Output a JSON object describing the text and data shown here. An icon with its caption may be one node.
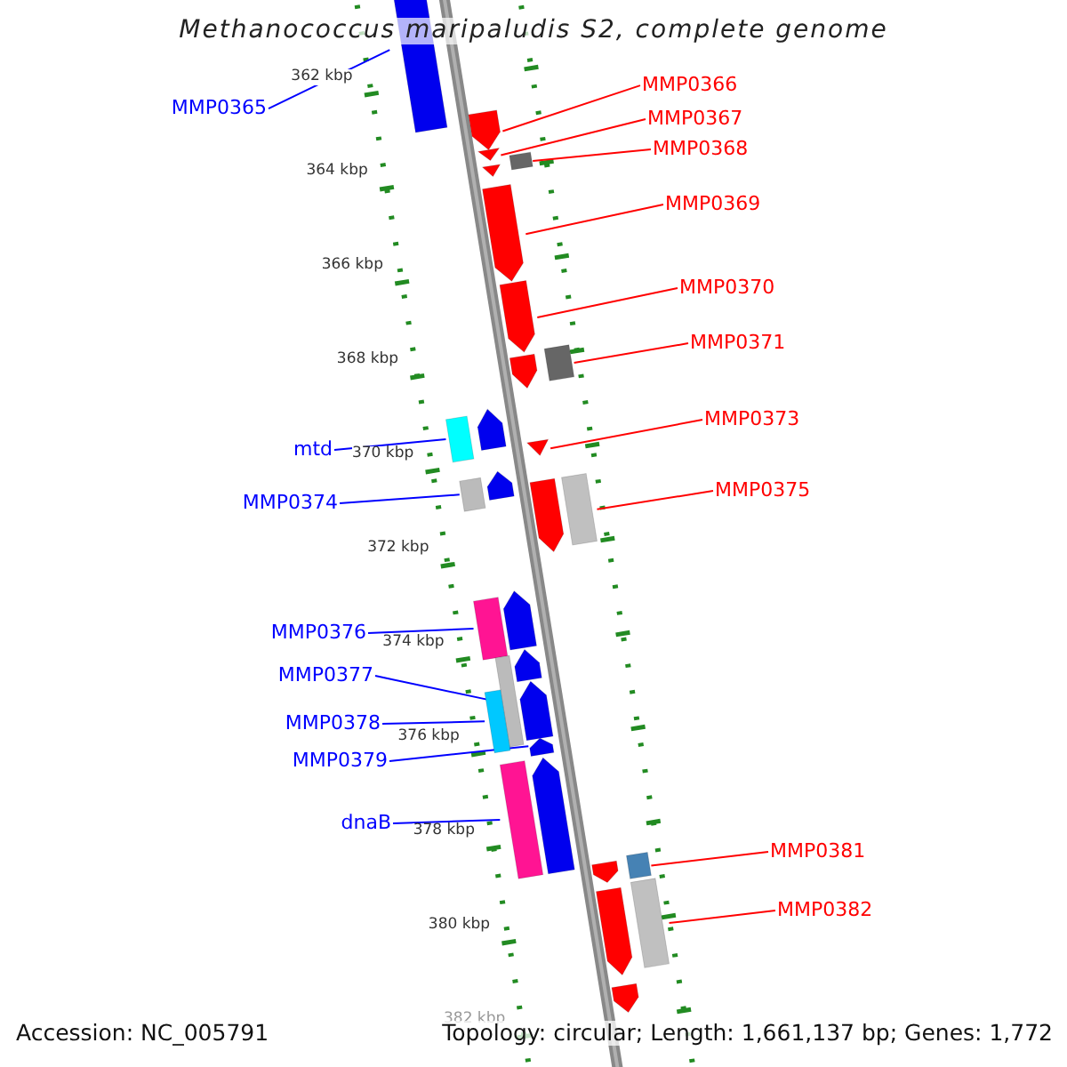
{
  "diagram": {
    "title": "Methanococcus maripaludis S2, complete genome",
    "nodes": [
      {
        "text": [
          "MMP0365"
        ]
      },
      {
        "text": [],
        "shape": "arrow"
      },
      {
        "text": [
          "MMP0366"
        ]
      },
      {
        "text": [],
        "shape": "arrow"
      },
      {
        "text": [
          "MMP0367"
        ]
      },
      {
        "text": [],
        "shape": "triangle"
      },
      {
        "text": [
          "MMP0368"
        ]
      },
      {
        "text": [],
        "shape": "box"
      },
      {
        "text": [
          "MMP0369"
        ]
      },
      {
        "text": [],
        "shape": "arrow"
      },
      {
        "text": [
          "MMP0370"
        ]
      },
      {
        "text": [],
        "shape": "arrow"
      },
      {
        "text": [
          "MMP0371"
        ]
      },
      {
        "text": [],
        "shape": "box"
      },
      {
        "text": [
          "MMP0373"
        ]
      },
      {
        "text": [],
        "shape": "triangle"
      },
      {
        "text": [
          "mtd"
        ]
      },
      {
        "text": [],
        "shape": "box"
      },
      {
        "text": [
          "MMP0374"
        ]
      },
      {
        "text": [],
        "shape": "box"
      },
      {
        "text": [
          "MMP0375"
        ]
      },
      {
        "text": [],
        "shape": "box"
      },
      {
        "text": [
          "MMP0376"
        ]
      },
      {
        "text": [],
        "shape": "box"
      },
      {
        "text": [
          "MMP0377"
        ]
      },
      {
        "text": [],
        "shape": "box"
      },
      {
        "text": [
          "MMP0378"
        ]
      },
      {
        "text": [],
        "shape": "box"
      },
      {
        "text": [
          "MMP0379"
        ]
      },
      {
        "text": [],
        "shape": "arrow"
      },
      {
        "text": [
          "dnaB"
        ]
      },
      {
        "text": [],
        "shape": "box"
      },
      {
        "text": [
          "MMP0381"
        ]
      },
      {
        "text": [],
        "shape": "box"
      },
      {
        "text": [
          "MMP0382"
        ]
      },
      {
        "text": [],
        "shape": "box"
      },
      {
        "text": [],
        "shape": "triangle"
      },
      {
        "text": [],
        "shape": "arrow"
      },
      {
        "text": [],
        "shape": "arrow"
      },
      {
        "text": [],
        "shape": "arrow"
      },
      {
        "text": [],
        "shape": "arrow"
      },
      {
        "text": [],
        "shape": "arrow"
      },
      {
        "text": [],
        "shape": "arrow"
      },
      {
        "text": [],
        "shape": "arrow"
      },
      {
        "text": [],
        "shape": "arrow"
      },
      {
        "text": [],
        "shape": "arrow"
      },
      {
        "text": [],
        "shape": "arrow"
      },
      {
        "text": [],
        "shape": "arrow"
      }
    ],
    "edges": [
      {
        "from": 0,
        "to": 1,
        "arrow": "none",
        "color": "#0000ff"
      },
      {
        "from": 2,
        "to": 3,
        "arrow": "none"
      },
      {
        "from": 4,
        "to": 5,
        "arrow": "none"
      },
      {
        "from": 6,
        "to": 7,
        "arrow": "none"
      },
      {
        "from": 8,
        "to": 9,
        "arrow": "none"
      },
      {
        "from": 10,
        "to": 11,
        "arrow": "none"
      },
      {
        "from": 12,
        "to": 13,
        "arrow": "none"
      },
      {
        "from": 14,
        "to": 15,
        "arrow": "none"
      },
      {
        "from": 16,
        "to": 17,
        "arrow": "none",
        "color": "#0000ff"
      },
      {
        "from": 18,
        "to": 19,
        "arrow": "none",
        "color": "#0000ff"
      },
      {
        "from": 20,
        "to": 21,
        "arrow": "none"
      },
      {
        "from": 22,
        "to": 23,
        "arrow": "none",
        "color": "#0000ff"
      },
      {
        "from": 24,
        "to": 25,
        "arrow": "none",
        "color": "#0000ff"
      },
      {
        "from": 26,
        "to": 27,
        "arrow": "none",
        "color": "#0000ff"
      },
      {
        "from": 28,
        "to": 29,
        "arrow": "none",
        "color": "#0000ff"
      },
      {
        "from": 30,
        "to": 31,
        "arrow": "none",
        "color": "#0000ff"
      },
      {
        "from": 32,
        "to": 33,
        "arrow": "none"
      },
      {
        "from": 34,
        "to": 35,
        "arrow": "none"
      }
    ],
    "labels": [
      "362 kbp",
      "364 kbp",
      "366 kbp",
      "368 kbp",
      "370 kbp",
      "372 kbp",
      "374 kbp",
      "376 kbp",
      "378 kbp",
      "380 kbp",
      "382 kbp",
      "Accession: NC_005791",
      "Topology: circular; Length: 1,661,137 bp; Genes: 1,772"
    ]
  }
}
